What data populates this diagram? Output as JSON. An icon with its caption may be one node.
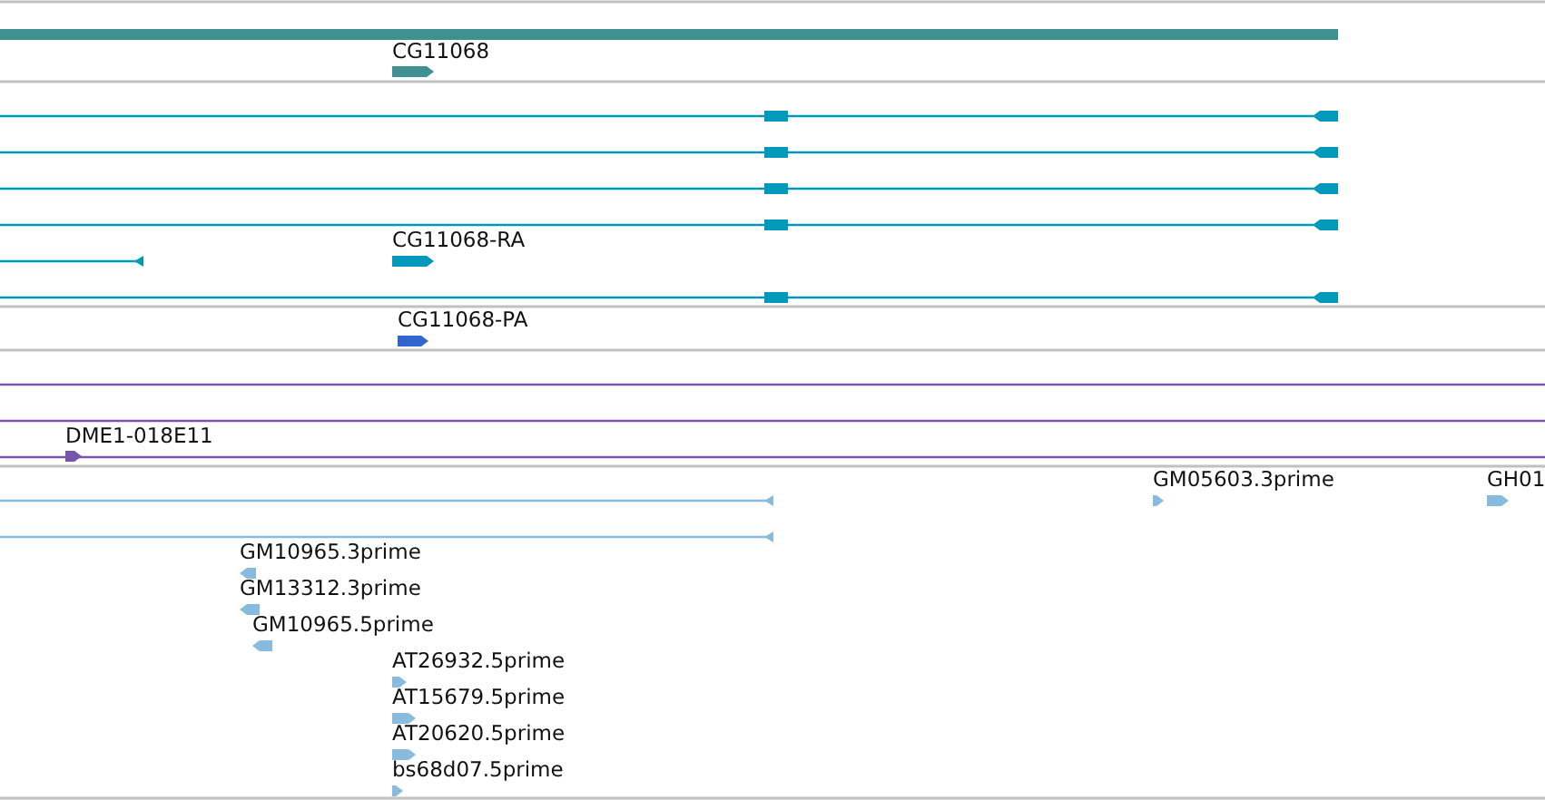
{
  "diagram": {
    "labels": [
      "CG11068",
      "CG11068-RA",
      "CG11068-PA",
      "DME1-018E11",
      "GM05603.3prime",
      "GH01",
      "GM10965.3prime",
      "GM13312.3prime",
      "GM10965.5prime",
      "AT26932.5prime",
      "AT15679.5prime",
      "AT20620.5prime",
      "bs68d07.5prime"
    ]
  }
}
